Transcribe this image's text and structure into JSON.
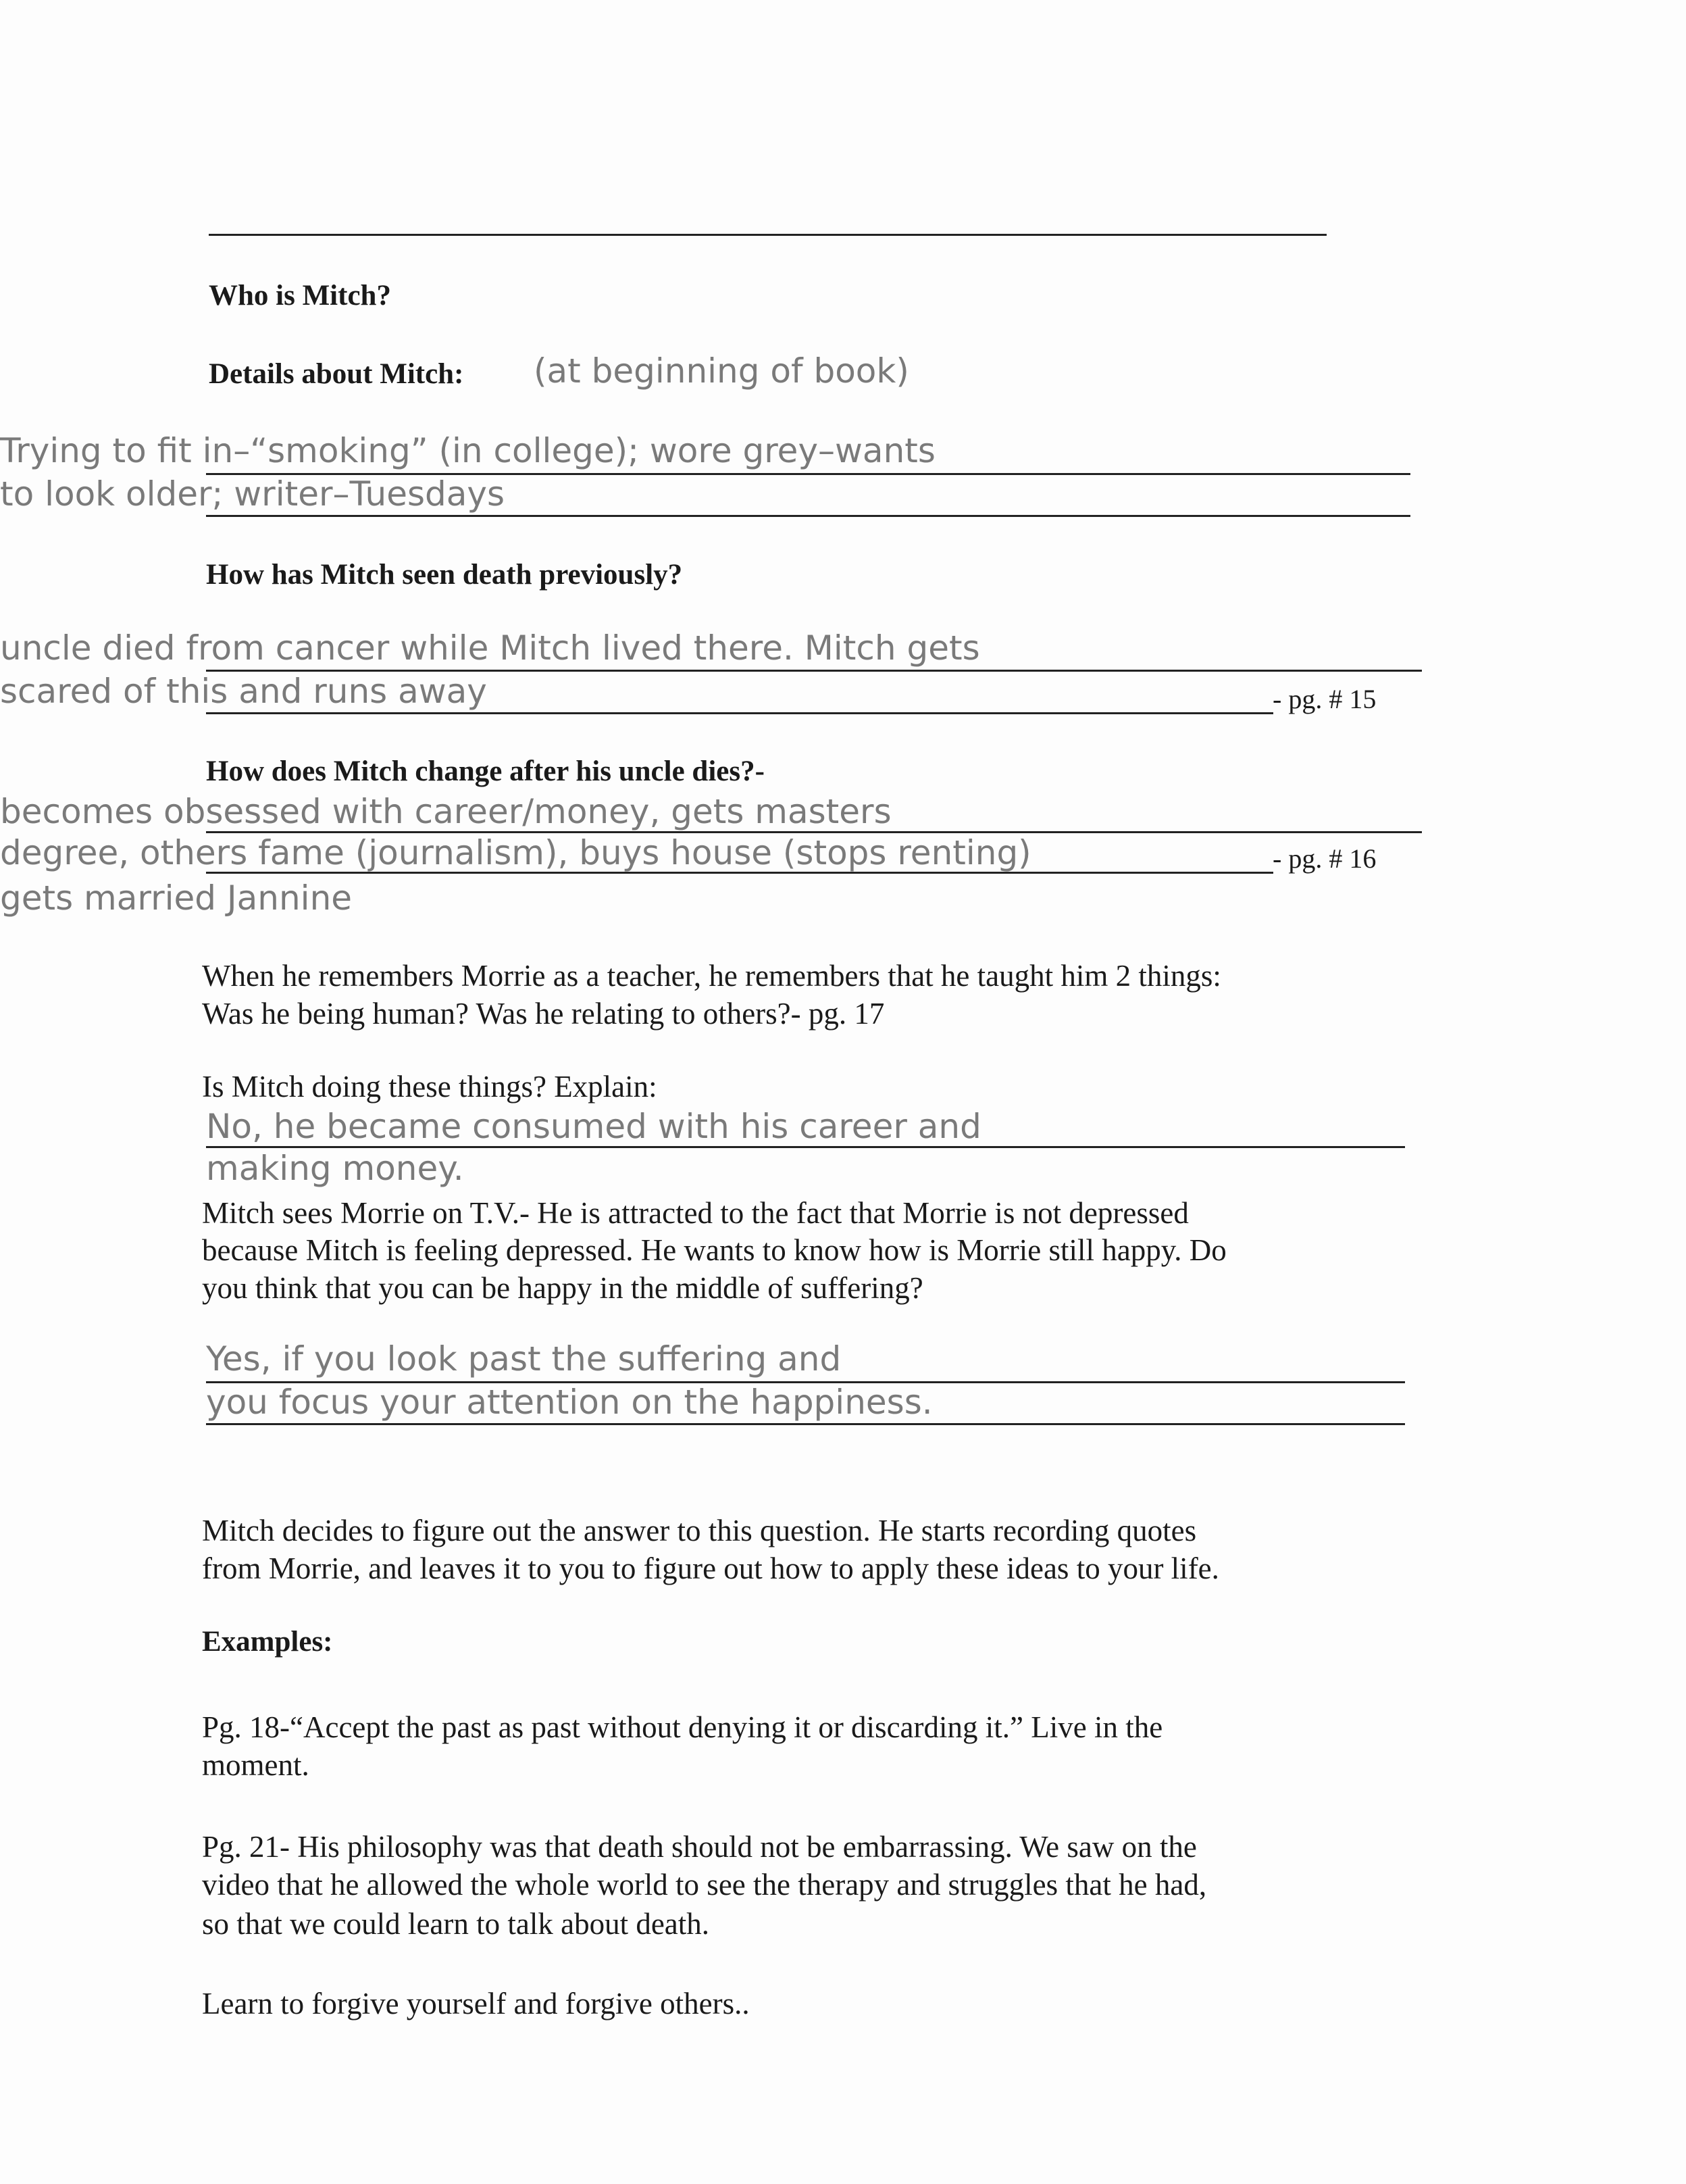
{
  "questions": {
    "who": "Who is Mitch?",
    "details": "Details about Mitch:",
    "death": "How has Mitch seen death previously?",
    "death_pg": "- pg. # 15",
    "change": "How does Mitch change after his uncle dies?-",
    "change_pg": "- pg. # 16",
    "teacher_1": "When he remembers Morrie as a teacher, he remembers that he taught him 2 things:",
    "teacher_2": "Was he being human? Was he relating to others?- pg. 17",
    "doing": "Is Mitch doing these things?  Explain:",
    "tv_1": "Mitch sees Morrie on T.V.- He is attracted to the fact that Morrie is not depressed",
    "tv_2": "because Mitch is feeling depressed. He wants to know how is Morrie still happy. Do",
    "tv_3": "you think that you can be happy in the middle of suffering?",
    "decides_1": "Mitch decides to figure out the answer to this question. He starts recording quotes",
    "decides_2": "from Morrie, and leaves it to you to figure out how to apply these ideas to your life.",
    "examples": "Examples:",
    "ex1_1": "Pg. 18-“Accept the past as past without denying it or discarding it.” Live in the",
    "ex1_2": "moment.",
    "ex2_1": "Pg. 21- His philosophy was that death should not be embarrassing. We saw on the",
    "ex2_2": "video that he allowed the whole world to see the therapy and struggles that he had,",
    "ex2_3": "so that we could learn to talk about death.",
    "ex3": "Learn to forgive yourself and forgive others.."
  },
  "answers": {
    "details_note": "(at beginning of book)",
    "details_1": "Trying to fit in–“smoking” (in college); wore grey–wants",
    "details_2": "to look older; writer–Tuesdays",
    "death_1": "uncle died from cancer while Mitch lived there. Mitch gets",
    "death_2": "scared of this and runs away",
    "change_1": "becomes obsessed with career/money, gets masters",
    "change_2": "degree, others fame (journalism), buys house (stops renting)",
    "change_3": "gets married Jannine",
    "doing_1": "No, he became consumed with his career and",
    "doing_2": "making money.",
    "happy_1": "Yes, if you look past the suffering and",
    "happy_2": "you focus your attention on the happiness."
  }
}
